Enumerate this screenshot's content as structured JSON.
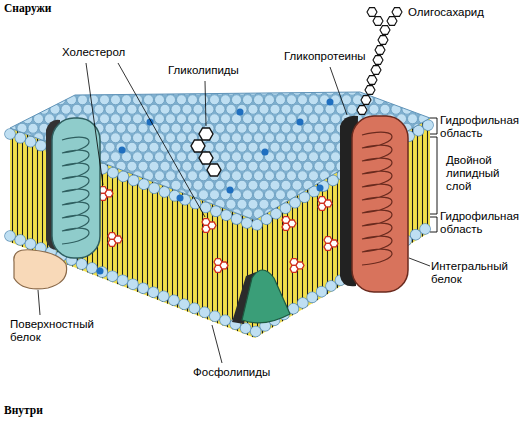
{
  "diagram": {
    "labels": [
      "Снаружи",
      "Олигосахарид",
      "Холестерол",
      "Гликолипиды",
      "Гликопротеины",
      "Гидрофильная область",
      "Двойной липидный слой",
      "Гидрофильная область",
      "Интегральный белок",
      "Поверхностный белок",
      "Фосфолипиды",
      "Внутри"
    ]
  }
}
